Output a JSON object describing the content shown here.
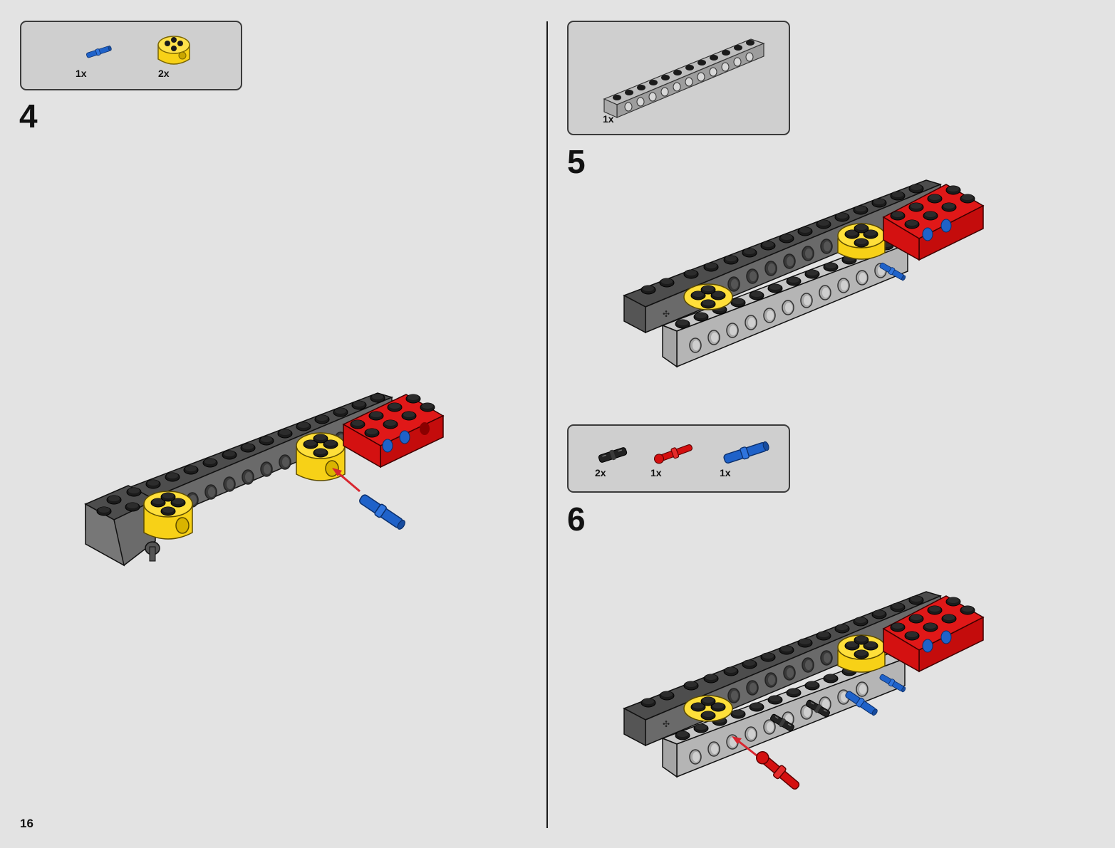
{
  "page_number": "16",
  "colors": {
    "background": "#e3e3e3",
    "callout_fill": "#cfcfcf",
    "dark_gray_brick": "#5b5b5b",
    "light_gray_brick": "#bdbdbd",
    "yellow": "#f7d117",
    "red": "#d40f0f",
    "blue": "#1f62c9",
    "black": "#1b1b1b",
    "arrow_red": "#d8262f"
  },
  "steps": [
    {
      "number": "4",
      "parts": [
        {
          "icon": "blue-axle-pin-icon",
          "qty": "1x"
        },
        {
          "icon": "yellow-round-brick-icon",
          "qty": "2x"
        }
      ]
    },
    {
      "number": "5",
      "parts": [
        {
          "icon": "gray-technic-beam-icon",
          "qty": "1x"
        }
      ]
    },
    {
      "number": "6",
      "parts": [
        {
          "icon": "black-pin-icon",
          "qty": "2x"
        },
        {
          "icon": "red-axle-pin-icon",
          "qty": "1x"
        },
        {
          "icon": "blue-axle-pin-icon",
          "qty": "1x"
        }
      ]
    }
  ]
}
